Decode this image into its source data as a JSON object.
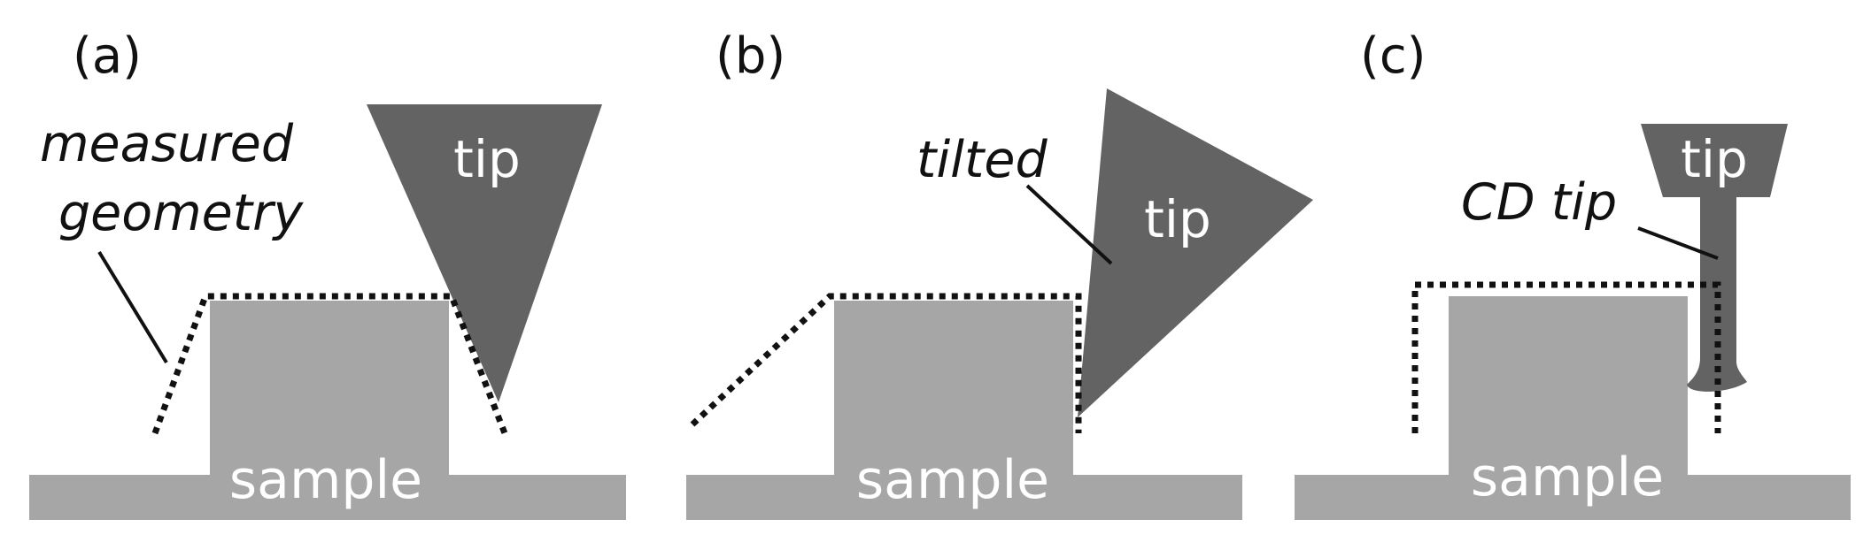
{
  "colors": {
    "sample": "#a6a6a6",
    "tip": "#636363",
    "dotted_line": "#111111",
    "text_on_shape": "#ffffff",
    "text": "#111111"
  },
  "panels": [
    {
      "label": "(a)",
      "annotation_line1": "measured",
      "annotation_line2": "geometry",
      "tip_label": "tip",
      "sample_label": "sample"
    },
    {
      "label": "(b)",
      "annotation": "tilted",
      "tip_label": "tip",
      "sample_label": "sample"
    },
    {
      "label": "(c)",
      "annotation": "CD tip",
      "tip_label": "tip",
      "sample_label": "sample"
    }
  ]
}
